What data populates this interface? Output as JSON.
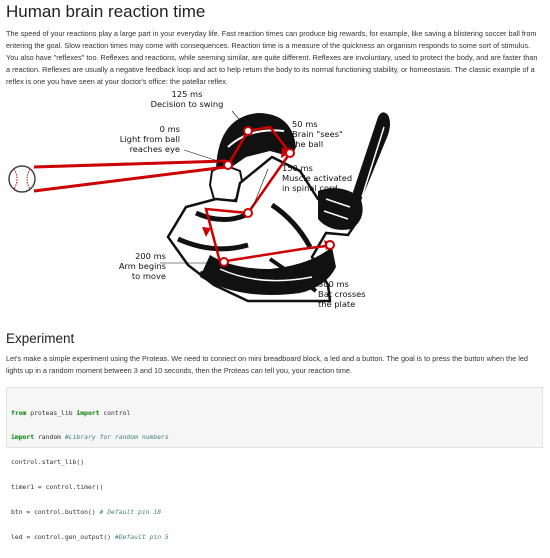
{
  "title": "Human brain reaction time",
  "intro": "The speed of your reactions play a large part in your everyday life. Fast reaction times can produce big rewards, for example, like saving a blistering soccer ball from entering the goal. Slow reaction times may come with consequences. Reaction time is a measure of the quickness an organism responds to some sort of stimulus. You also have \"reflexes\" too. Reflexes and reactions, while seeming similar, are quite different. Reflexes are involuntary, used to protect the body, and are faster than a reaction. Reflexes are usually a negative feedback loop and act to help return the body to its normal functioning stability, or homeostasis. The classic example of a reflex is one you have seen at your doctor's office: the patellar reflex.",
  "figure": {
    "accent_color": "#cc0000",
    "labels": {
      "t0": "0 ms\nLight from ball\nreaches eye",
      "t125": "125 ms\nDecision to swing",
      "t50": "50 ms\nBrain \"sees\"\nthe ball",
      "t150": "150 ms\nMuscle activated\nin spinal cord",
      "t200": "200 ms\nArm begins\nto move",
      "t300": "300 ms\nBat crosses\nthe plate"
    }
  },
  "experiment": {
    "heading": "Experiment",
    "text": "Let's make a simple experiment using the Proteas. We need to connect on mini breadboard block, a led and a button. The goal is to press the button when the led lights up in a random moment between 3 and 10 seconds, then the Proteas can tell you, your reaction time.",
    "code": [
      {
        "kw": "from",
        "a": " proteas_lib ",
        "kw2": "import",
        "b": " control",
        "cm": ""
      },
      {
        "kw": "import",
        "a": " random ",
        "kw2": "",
        "b": "",
        "cm": "#Library for random numbers"
      },
      {
        "kw": "",
        "a": "control.start_lib()",
        "kw2": "",
        "b": "",
        "cm": ""
      },
      {
        "kw": "",
        "a": "timer1 = control.timer()",
        "kw2": "",
        "b": "",
        "cm": ""
      },
      {
        "kw": "",
        "a": "btn = control.button() ",
        "kw2": "",
        "b": "",
        "cm": "# Default pin 18"
      },
      {
        "kw": "",
        "a": "led = control.gen_output() ",
        "kw2": "",
        "b": "",
        "cm": "#Default pin 5"
      }
    ]
  }
}
